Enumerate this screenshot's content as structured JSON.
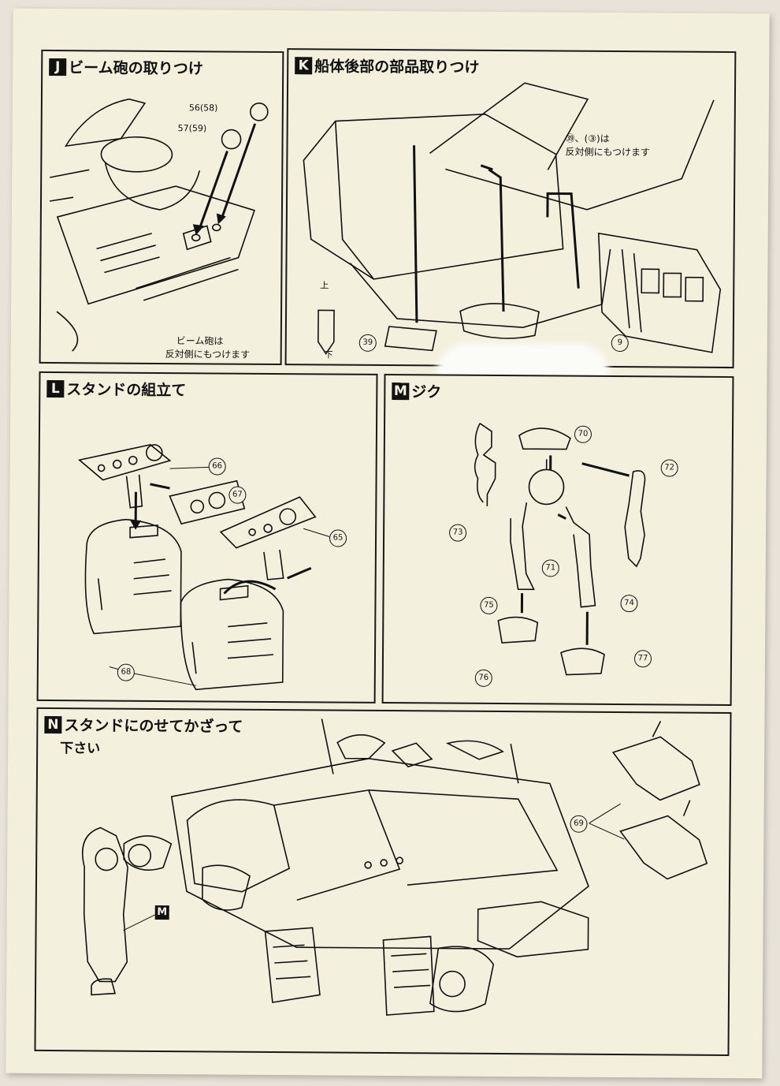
{
  "sections": {
    "J": {
      "letter": "J",
      "title": "ビーム砲の取りつけ",
      "parts": [
        "56(58)",
        "57(59)"
      ],
      "note_lines": [
        "ビーム砲は",
        "反対側にもつけます"
      ]
    },
    "K": {
      "letter": "K",
      "title": "船体後部の部品取りつけ",
      "note_lines": [
        "㊴、(③)は",
        "反対側にもつけます"
      ],
      "parts": [
        "39",
        "9"
      ],
      "up_label": "上",
      "down_label": "下"
    },
    "L": {
      "letter": "L",
      "title": "スタンドの組立て",
      "parts": [
        "66",
        "67",
        "65",
        "68"
      ]
    },
    "M": {
      "letter": "M",
      "title": "ジク",
      "parts": [
        "70",
        "72",
        "73",
        "71",
        "75",
        "74",
        "76",
        "77"
      ]
    },
    "N": {
      "letter": "N",
      "title_line1": "スタンドにのせてかざって",
      "title_line2": "下さい",
      "parts": [
        "69"
      ],
      "m_label": "M"
    }
  },
  "icons": {
    "arrow": "arrow-icon"
  },
  "colors": {
    "paper": "#f2efdc",
    "ink": "#111111"
  }
}
